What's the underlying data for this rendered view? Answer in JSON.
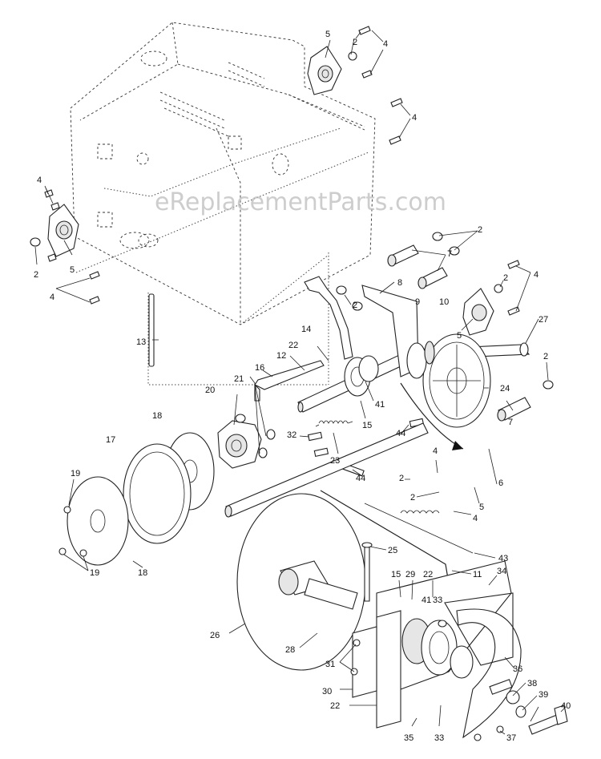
{
  "watermark": "eReplacementParts.com",
  "labels": {
    "l4a": "4",
    "l5a": "5",
    "l2a": "2",
    "l4b": "4",
    "l4c": "4",
    "l5b": "5",
    "l2b": "2",
    "l4d": "4",
    "l2c": "2",
    "l7a": "7",
    "l8": "8",
    "l2d": "2",
    "l9": "9",
    "l10": "10",
    "l14": "14",
    "l2e": "2",
    "l4e": "4",
    "l5c": "5",
    "l27": "27",
    "l22a": "22",
    "l12": "12",
    "l16": "16",
    "l13": "13",
    "l2f": "2",
    "l24": "24",
    "l7b": "7",
    "l21": "21",
    "l20": "20",
    "l41a": "41",
    "l15a": "15",
    "l18a": "18",
    "l17": "17",
    "l32": "32",
    "l23": "23",
    "l44a": "44",
    "l44b": "44",
    "l4f": "4",
    "l2g": "2",
    "l2h": "2",
    "l6": "6",
    "l5d": "5",
    "l4g": "4",
    "l19a": "19",
    "l19b": "19",
    "l18b": "18",
    "l25": "25",
    "l43": "43",
    "l11": "11",
    "l15b": "15",
    "l29": "29",
    "l22b": "22",
    "l34": "34",
    "l41b": "41",
    "l33a": "33",
    "l26": "26",
    "l28": "28",
    "l31": "31",
    "l30": "30",
    "l22c": "22",
    "l36": "36",
    "l38": "38",
    "l39": "39",
    "l40": "40",
    "l35": "35",
    "l33b": "33",
    "l37": "37"
  }
}
